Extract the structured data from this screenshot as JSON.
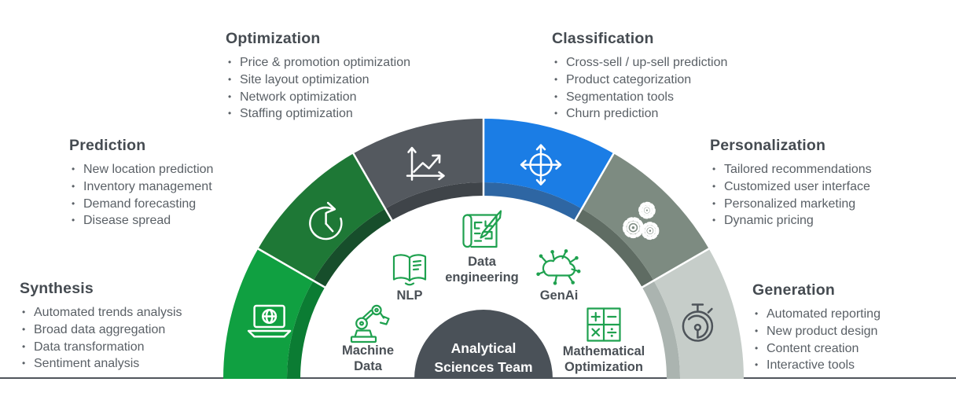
{
  "capabilities": [
    {
      "id": "synthesis",
      "title": "Synthesis",
      "items": [
        "Automated trends analysis",
        "Broad data aggregation",
        "Data transformation",
        "Sentiment analysis"
      ]
    },
    {
      "id": "prediction",
      "title": "Prediction",
      "items": [
        "New location prediction",
        "Inventory management",
        "Demand forecasting",
        "Disease spread"
      ]
    },
    {
      "id": "optimization",
      "title": "Optimization",
      "items": [
        "Price & promotion optimization",
        "Site layout optimization",
        "Network optimization",
        "Staffing optimization"
      ]
    },
    {
      "id": "classification",
      "title": "Classification",
      "items": [
        "Cross-sell / up-sell prediction",
        "Product categorization",
        "Segmentation tools",
        "Churn prediction"
      ]
    },
    {
      "id": "personalization",
      "title": "Personalization",
      "items": [
        "Tailored recommendations",
        "Customized user interface",
        "Personalized marketing",
        "Dynamic pricing"
      ]
    },
    {
      "id": "generation",
      "title": "Generation",
      "items": [
        "Automated reporting",
        "New product design",
        "Content creation",
        "Interactive tools"
      ]
    }
  ],
  "diagram": {
    "center_line1": "Analytical",
    "center_line2": "Sciences Team",
    "center_color": "#4A5158",
    "baseline_color": "#50565C",
    "separator_color": "#FFFFFF",
    "icon_green": "#1FA14F",
    "segments": [
      {
        "id": "synthesis",
        "icon": "laptop-globe-icon",
        "color": "#10A041",
        "rim_color": "#0B7C33",
        "icon_color": "#FFFFFF"
      },
      {
        "id": "prediction",
        "icon": "clock-arrow-icon",
        "color": "#1E7836",
        "rim_color": "#174E2B",
        "icon_color": "#FFFFFF"
      },
      {
        "id": "optimization",
        "icon": "chart-line-icon",
        "color": "#54595F",
        "rim_color": "#3F4449",
        "icon_color": "#FFFFFF"
      },
      {
        "id": "classification",
        "icon": "compass-move-icon",
        "color": "#1B7DE5",
        "rim_color": "#2E66A3",
        "icon_color": "#FFFFFF"
      },
      {
        "id": "personalization",
        "icon": "gears-icon",
        "color": "#7D8B81",
        "rim_color": "#5F6C63",
        "icon_color": "#FFFFFF"
      },
      {
        "id": "generation",
        "icon": "stopwatch-icon",
        "color": "#C6CDC9",
        "rim_color": "#ABB4B0",
        "icon_color": "#4E545A"
      }
    ],
    "inner_items": [
      {
        "id": "machine-data",
        "icon": "robot-arm-icon",
        "label_line1": "Machine",
        "label_line2": "Data"
      },
      {
        "id": "nlp",
        "icon": "open-book-icon",
        "label_line1": "NLP",
        "label_line2": ""
      },
      {
        "id": "data-engineering",
        "icon": "blueprint-icon",
        "label_line1": "Data",
        "label_line2": "engineering"
      },
      {
        "id": "genai",
        "icon": "cloud-network-icon",
        "label_line1": "GenAi",
        "label_line2": ""
      },
      {
        "id": "mathematical-optimization",
        "icon": "math-grid-icon",
        "label_line1": "Mathematical",
        "label_line2": "Optimization"
      }
    ]
  }
}
